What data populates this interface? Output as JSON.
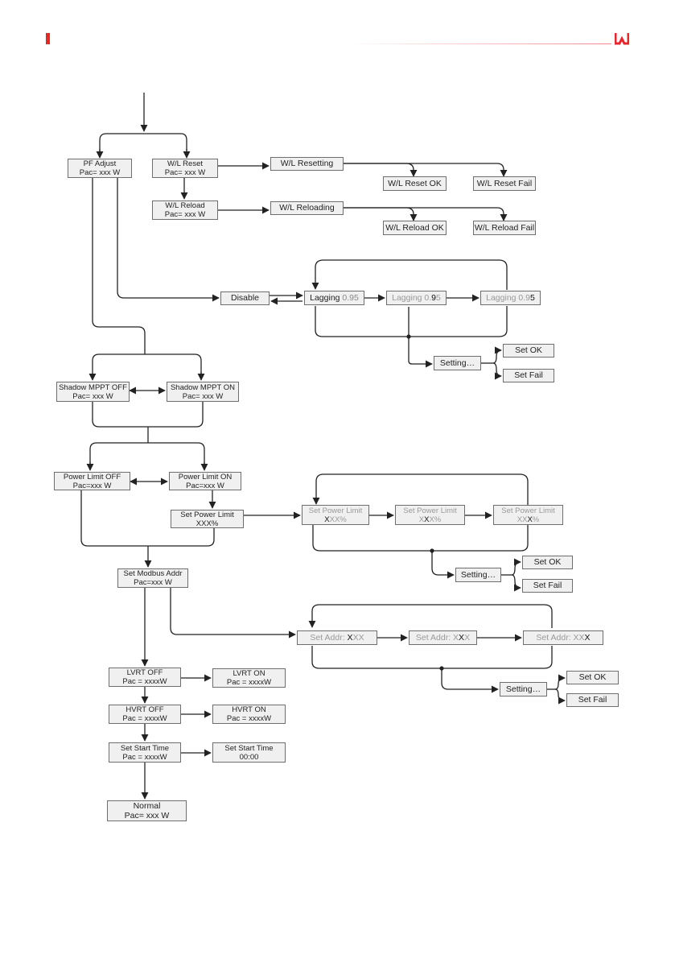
{
  "header": {
    "accent_color": "#e8262b",
    "logo_icon": "brand-w-logo"
  },
  "boxes": {
    "pf_adjust": {
      "l1": "PF Adjust",
      "l2": "Pac= xxx W"
    },
    "wl_reset": {
      "l1": "W/L  Reset",
      "l2": "Pac= xxx W"
    },
    "wl_resetting": "W/L Resetting",
    "wl_reset_ok": "W/L Reset OK",
    "wl_reset_fail": "W/L Reset Fail",
    "wl_reload": {
      "l1": "W/L  Reload",
      "l2": "Pac= xxx W"
    },
    "wl_reloading": "W/L Reloading",
    "wl_reload_ok": "W/L Reload OK",
    "wl_reload_fail": "W/L Reload Fail",
    "disable": "Disable",
    "lagging_1": {
      "a": "Lagging ",
      "b": "0",
      "c": ".95"
    },
    "lagging_2": {
      "a": "Lagging 0.",
      "b": "9",
      "c": "5"
    },
    "lagging_3": {
      "a": "Lagging 0.9",
      "b": "5",
      "c": ""
    },
    "pf_setting": "Setting…",
    "pf_set_ok": "Set OK",
    "pf_set_fail": "Set Fail",
    "shadow_off": {
      "l1": "Shadow MPPT OFF",
      "l2": "Pac= xxx W"
    },
    "shadow_on": {
      "l1": "Shadow MPPT ON",
      "l2": "Pac= xxx W"
    },
    "power_limit_off": {
      "l1": "Power Limit OFF",
      "l2": "Pac=xxx W"
    },
    "power_limit_on": {
      "l1": "Power Limit ON",
      "l2": "Pac=xxx W"
    },
    "set_power_limit": {
      "l1": "Set Power Limit",
      "l2": "XXX%"
    },
    "spl_1": {
      "l1": "Set Power Limit",
      "a": "",
      "b": "X",
      "c": "XX%"
    },
    "spl_2": {
      "l1": "Set Power Limit",
      "a": "X",
      "b": "X",
      "c": "X%"
    },
    "spl_3": {
      "l1": "Set Power Limit",
      "a": "XX",
      "b": "X",
      "c": "%"
    },
    "pl_setting": "Setting…",
    "pl_set_ok": "Set OK",
    "pl_set_fail": "Set Fail",
    "set_modbus": {
      "l1": "Set Modbus Addr",
      "l2": "Pac=xxx W"
    },
    "addr_1": {
      "a": "Set Addr: ",
      "b": "X",
      "c": "XX"
    },
    "addr_2": {
      "a": "Set Addr: X",
      "b": "X",
      "c": "X"
    },
    "addr_3": {
      "a": "Set Addr: XX",
      "b": "X",
      "c": ""
    },
    "addr_setting": "Setting…",
    "addr_set_ok": "Set OK",
    "addr_set_fail": "Set Fail",
    "lvrt_off": {
      "l1": "LVRT OFF",
      "l2": "Pac = xxxxW"
    },
    "lvrt_on": {
      "l1": "LVRT ON",
      "l2": "Pac = xxxxW"
    },
    "hvrt_off": {
      "l1": "HVRT OFF",
      "l2": "Pac = xxxxW"
    },
    "hvrt_on": {
      "l1": "HVRT ON",
      "l2": "Pac = xxxxW"
    },
    "set_start_time": {
      "l1": "Set Start Time",
      "l2": "Pac = xxxxW"
    },
    "set_start_time_val": {
      "l1": "Set Start Time",
      "l2": "00:00"
    },
    "normal": {
      "l1": "Normal",
      "l2": "Pac= xxx W"
    }
  }
}
